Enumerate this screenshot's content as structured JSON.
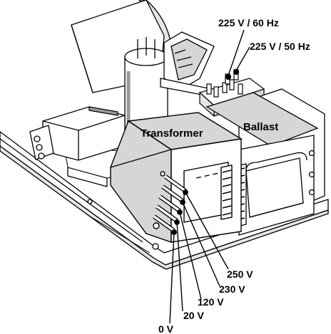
{
  "components": {
    "transformer": "Transformer",
    "ballast": "Ballast"
  },
  "voltage_taps": [
    {
      "label": "250 V"
    },
    {
      "label": "230 V"
    },
    {
      "label": "120 V"
    },
    {
      "label": "20 V"
    },
    {
      "label": "0 V"
    }
  ],
  "selector_labels": [
    {
      "label": "225 V / 60 Hz"
    },
    {
      "label": "225 V / 50 Hz"
    }
  ],
  "colors": {
    "line": "#000000",
    "face": "#ffffff",
    "shade": "#d6d6d6",
    "dark": "#9a9a9a"
  }
}
